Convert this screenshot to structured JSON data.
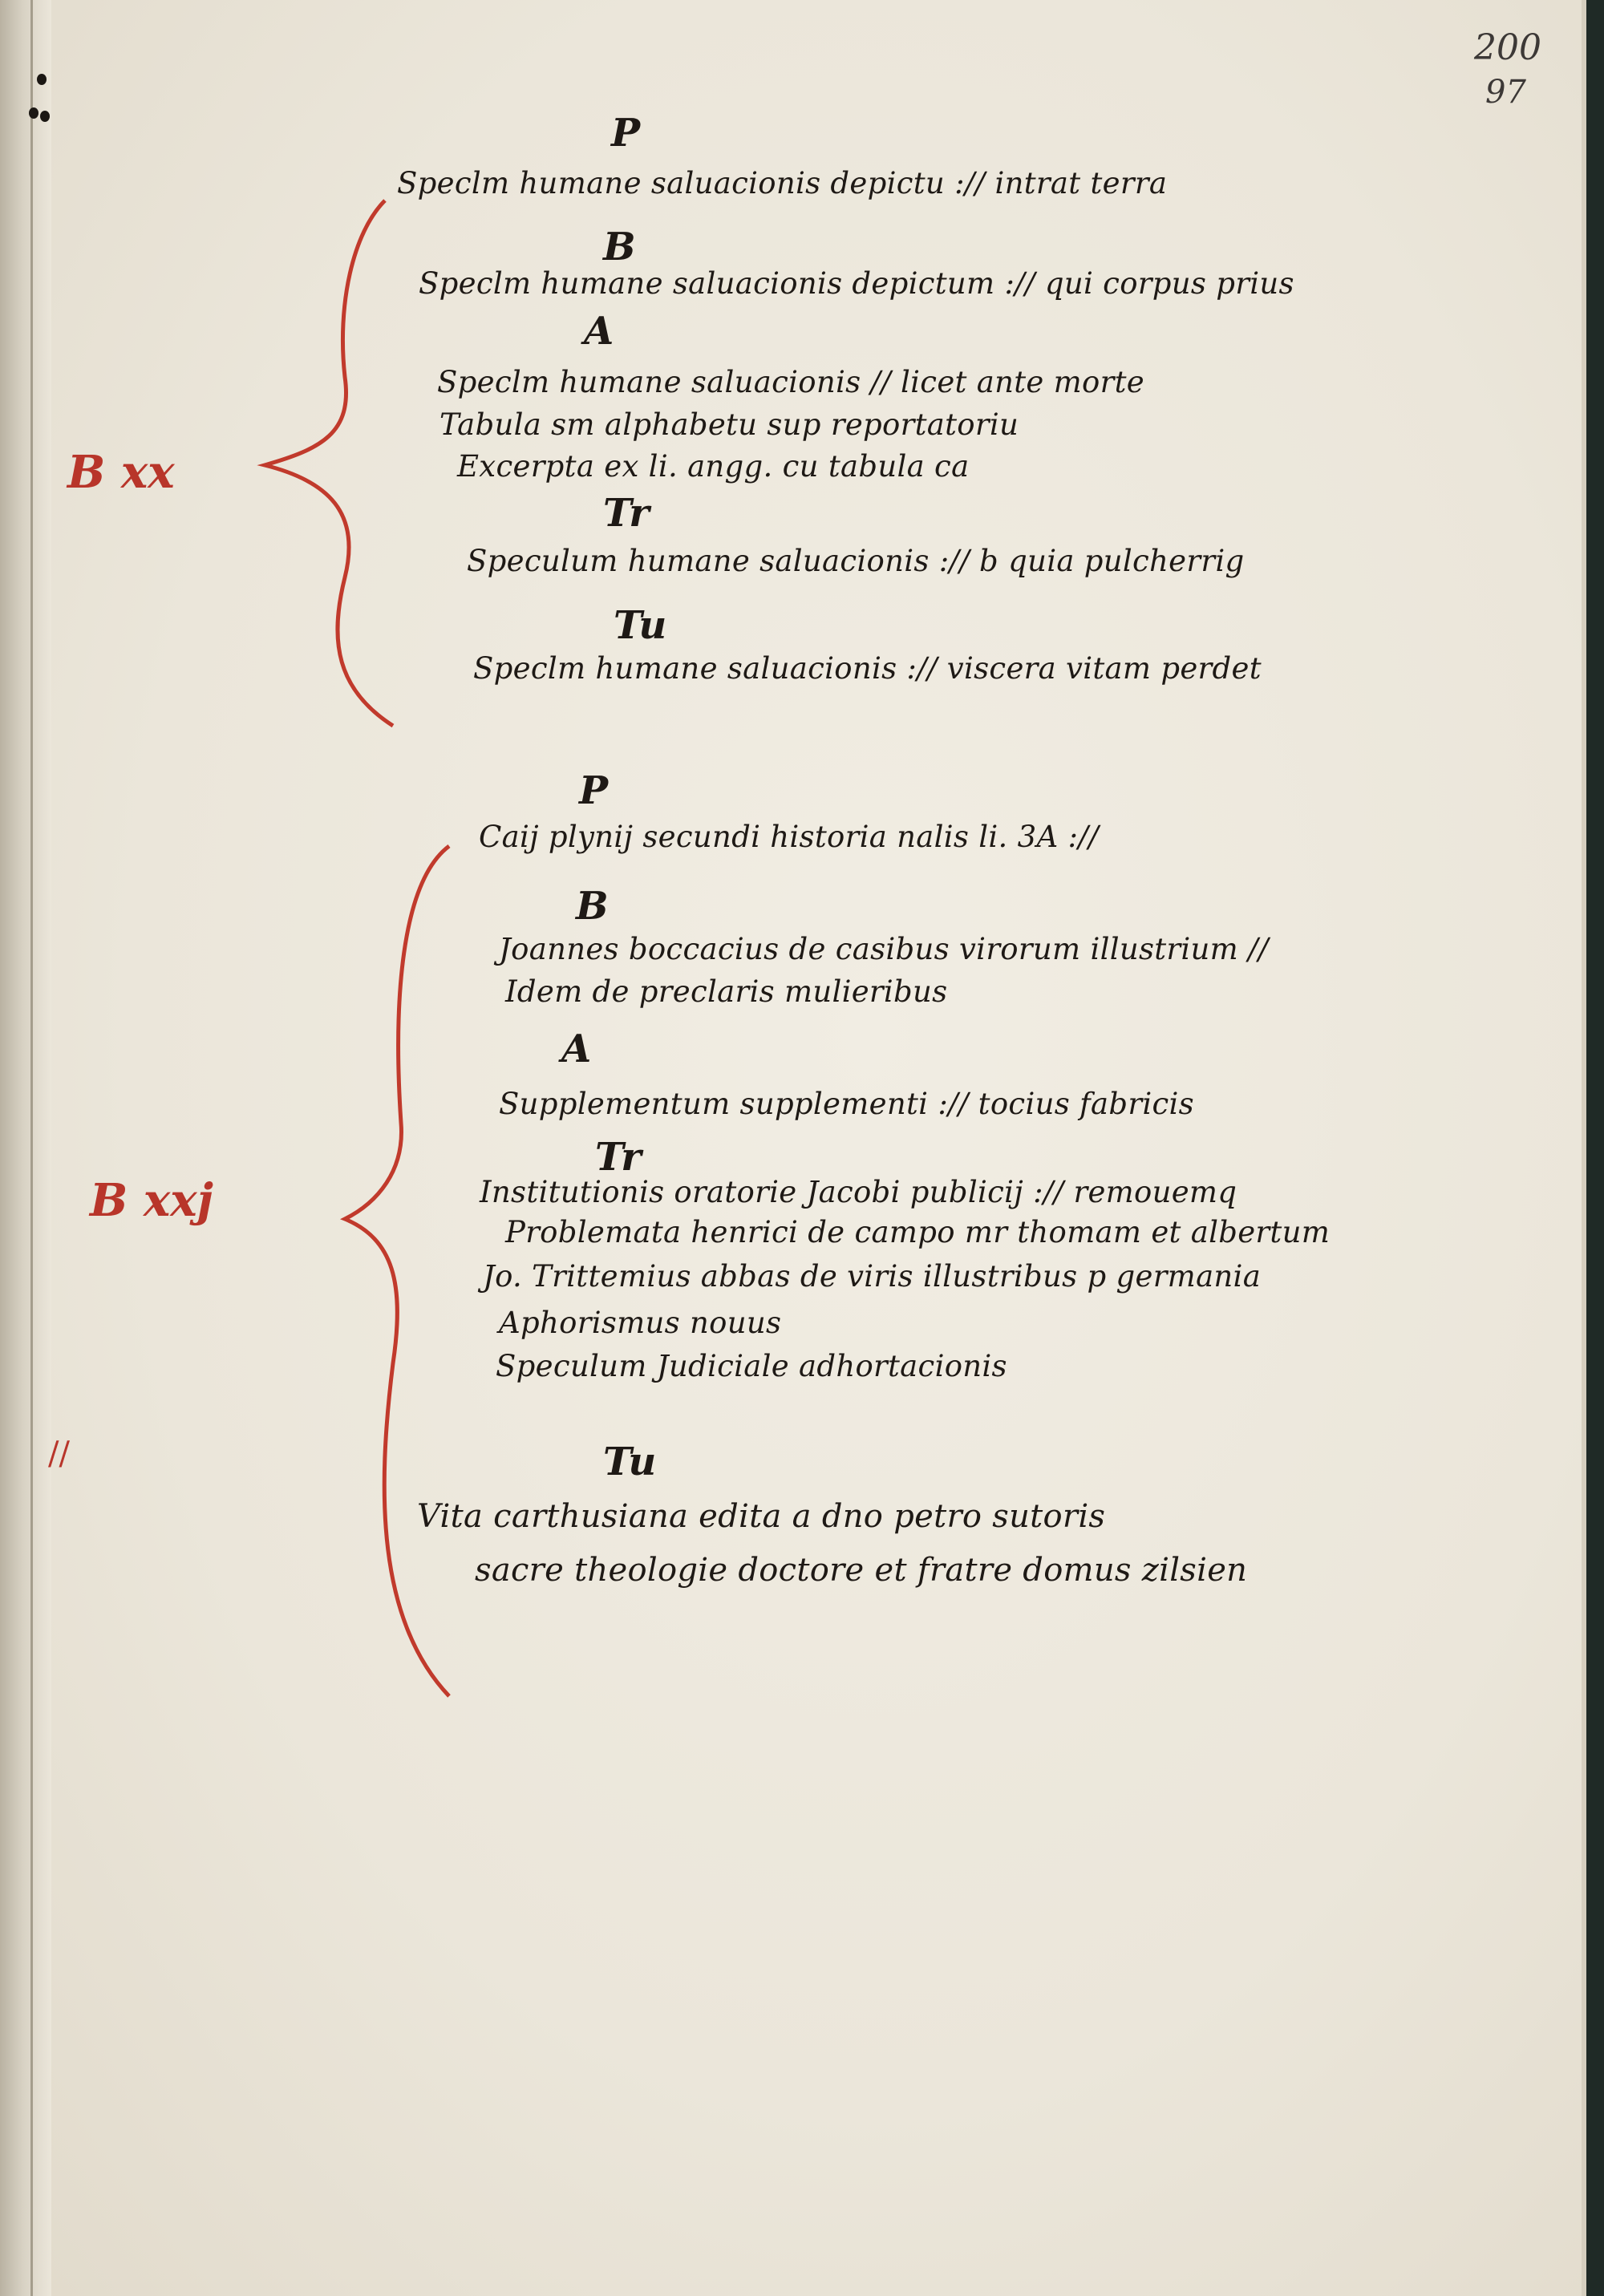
{
  "folio": {
    "primary": "200",
    "secondary": "97"
  },
  "shelfmarks": [
    "B xx",
    "B xxj"
  ],
  "sections": [
    {
      "rubrics": [
        "P",
        "B",
        "A",
        "Tr",
        "Tu"
      ],
      "entries": [
        "Speclm humane saluacionis depictu :// intrat terra",
        "Speclm humane saluacionis depictum :// qui corpus prius",
        "Speclm humane saluacionis // licet ante morte",
        "Tabula sm alphabetu sup reportatoriu",
        "Excerpta ex li. angg. cu tabula ca",
        "Speculum humane saluacionis :// b quia pulcherrig",
        "Speclm humane saluacionis :// viscera vitam perdet"
      ]
    },
    {
      "rubrics": [
        "P",
        "B",
        "A",
        "Tr",
        "Tu"
      ],
      "entries": [
        "Caij plynij secundi historia nalis li. 3A ://",
        "Joannes boccacius de casibus virorum illustrium //",
        "Idem de preclaris mulieribus",
        "Supplementum supplementi :// tocius fabricis",
        "Institutionis oratorie Jacobi publicij :// remouemq",
        "Problemata henrici de campo mr thomam et albertum",
        "Jo. Trittemius abbas de viris illustribus p germania",
        "Aphorismus nouus",
        "Speculum Judiciale adhortacionis",
        "Vita carthusiana edita a dno petro sutoris",
        "sacre theologie doctore et fratre domus zilsien"
      ]
    }
  ],
  "marginal_mark": "//",
  "colors": {
    "ink": "#1e1915",
    "rubric_red": "#b8352a",
    "parchment": "#ece7dc"
  }
}
